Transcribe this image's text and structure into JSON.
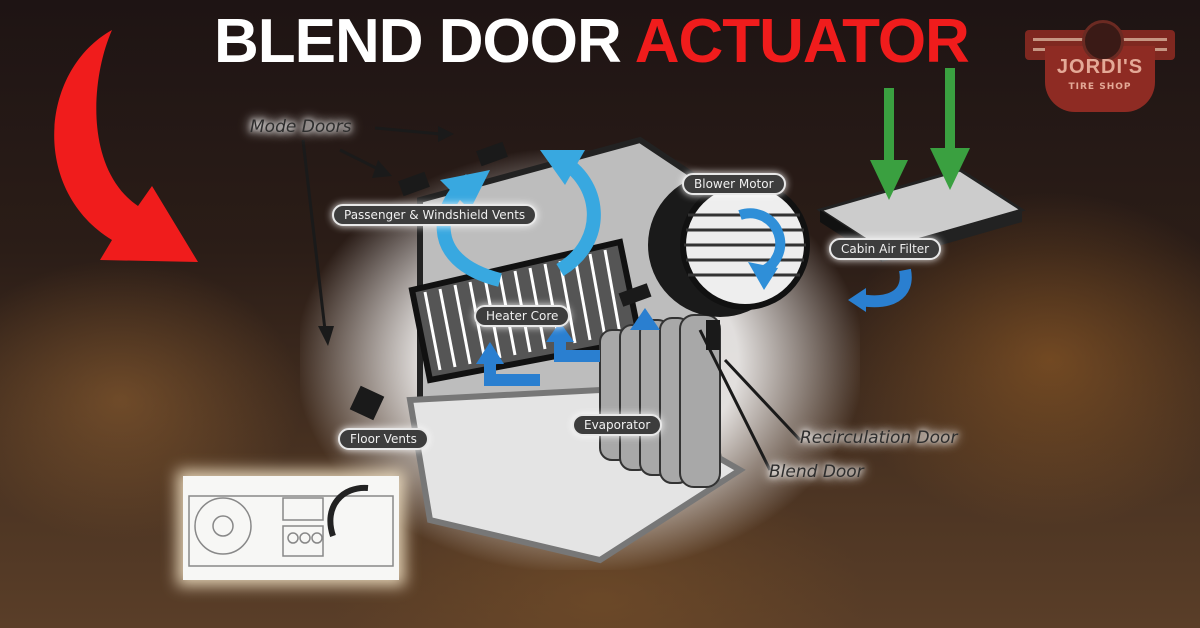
{
  "title": {
    "part1": "BLEND DOOR ",
    "part2": "ACTUATOR"
  },
  "logo": {
    "name": "JORDI'S",
    "subtitle": "TIRE SHOP"
  },
  "labels": {
    "mode_doors": "Mode Doors",
    "passenger_windshield_vents": "Passenger & Windshield Vents",
    "blower_motor": "Blower Motor",
    "cabin_air_filter": "Cabin Air Filter",
    "heater_core": "Heater Core",
    "evaporator": "Evaporator",
    "floor_vents": "Floor Vents",
    "recirculation_door": "Recirculation Door",
    "blend_door": "Blend Door"
  },
  "colors": {
    "title_white": "#ffffff",
    "title_red": "#f01c1c",
    "airflow_blue": "#2f8fd8",
    "intake_green": "#3aa040",
    "accent_arrow_red": "#f01c1c"
  }
}
